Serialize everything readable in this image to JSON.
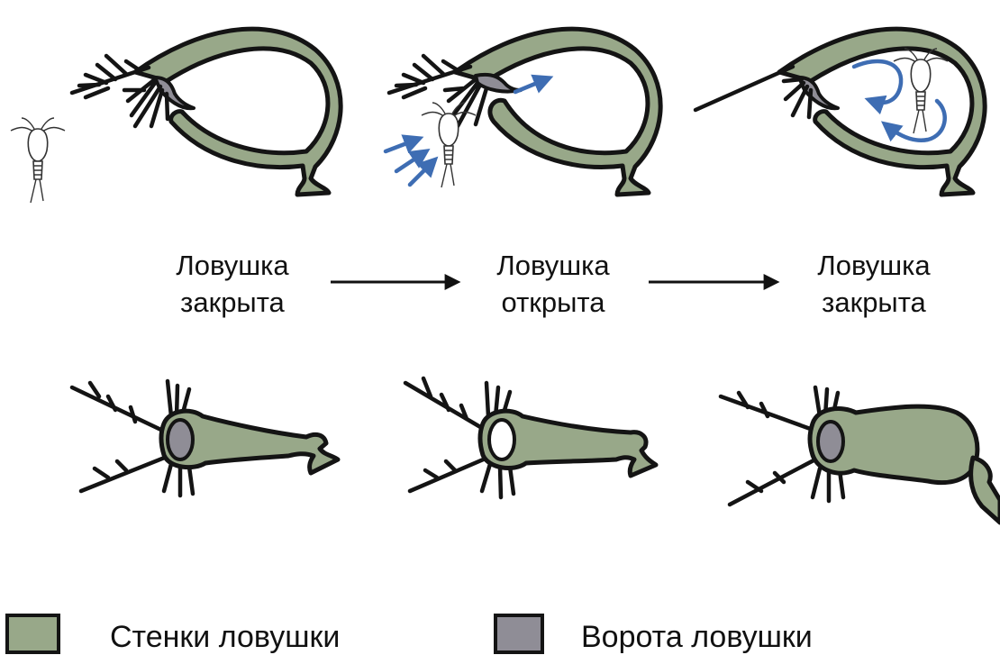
{
  "stages": [
    {
      "label_line1": "Ловушка",
      "label_line2": "закрыта"
    },
    {
      "label_line1": "Ловушка",
      "label_line2": "открыта"
    },
    {
      "label_line1": "Ловушка",
      "label_line2": "закрыта"
    }
  ],
  "legend": [
    {
      "label": "Стенки ловушки",
      "color": "#98a889"
    },
    {
      "label": "Ворота ловушки",
      "color": "#8f8d96"
    }
  ],
  "colors": {
    "wall": "#98a889",
    "gate": "#8f8d96",
    "water_flow": "#3e6db3",
    "outline": "#141414"
  }
}
